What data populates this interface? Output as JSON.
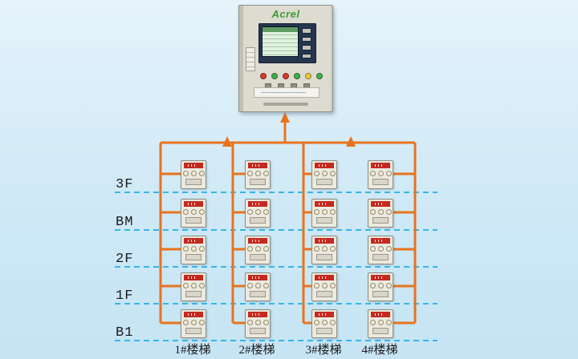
{
  "palette": {
    "background": "#cfe9f6",
    "accent_orange": "#e8731e",
    "divider_blue": "#35b6e8",
    "brand_green": "#3a9b35",
    "device_alarm_red": "#c4291f",
    "cabinet_body": "#dedbd0",
    "lcd_green": "#a6cba4"
  },
  "cabinet": {
    "brand": "Acrel"
  },
  "floors": [
    {
      "label": "3F"
    },
    {
      "label": "BM"
    },
    {
      "label": "2F"
    },
    {
      "label": "1F"
    },
    {
      "label": "B1"
    }
  ],
  "stairs": [
    {
      "label": "1#楼梯"
    },
    {
      "label": "2#楼梯"
    },
    {
      "label": "3#楼梯"
    },
    {
      "label": "4#楼梯"
    }
  ],
  "devices": {
    "rows": 5,
    "cols": 4
  }
}
